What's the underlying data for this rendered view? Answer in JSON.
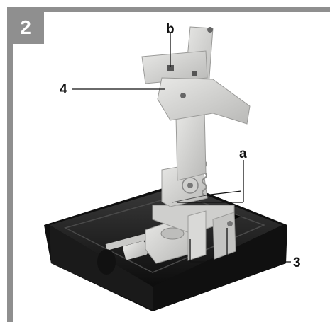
{
  "figure": {
    "number": "2",
    "callouts": {
      "b": "b",
      "four": "4",
      "a": "a",
      "three": "3"
    }
  },
  "colors": {
    "frame": "#8f8f8f",
    "stand_metal": "#d4d4d2",
    "base_black": "#1c1c1c"
  }
}
